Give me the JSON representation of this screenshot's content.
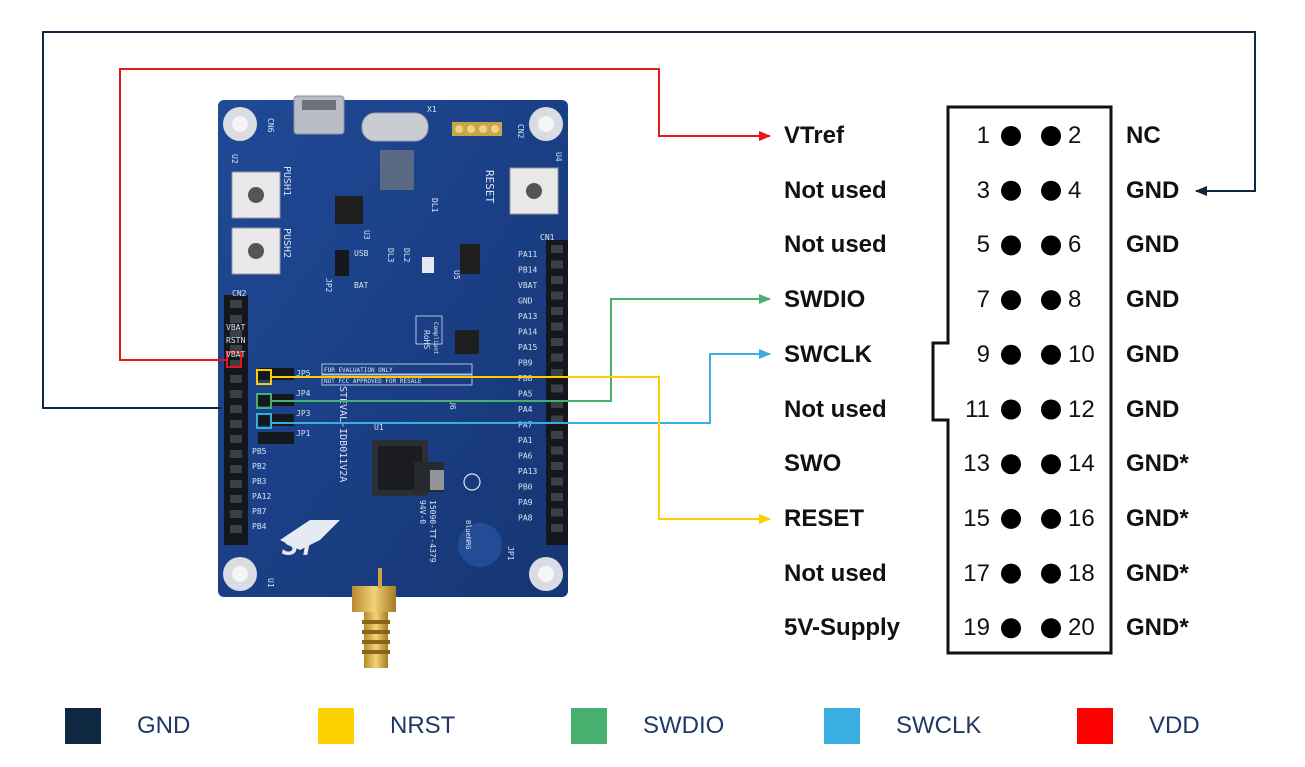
{
  "connector": {
    "left_labels": [
      "VTref",
      "Not used",
      "Not used",
      "SWDIO",
      "SWCLK",
      "Not used",
      "SWO",
      "RESET",
      "Not used",
      "5V-Supply"
    ],
    "right_labels": [
      "NC",
      "GND",
      "GND",
      "GND",
      "GND",
      "GND",
      "GND*",
      "GND*",
      "GND*",
      "GND*"
    ],
    "left_pins": [
      "1",
      "3",
      "5",
      "7",
      "9",
      "11",
      "13",
      "15",
      "17",
      "19"
    ],
    "right_pins": [
      "2",
      "4",
      "6",
      "8",
      "10",
      "12",
      "14",
      "16",
      "18",
      "20"
    ]
  },
  "board": {
    "silkscreen": {
      "cn6": "CN6",
      "cn2_top": "CN2",
      "cn1": "CN1",
      "cn2": "CN2",
      "reset": "RESET",
      "push1": "PUSH1",
      "push2": "PUSH2",
      "usb": "USB",
      "bat": "BAT",
      "jp1": "JP1",
      "jp2": "JP2",
      "jp3": "JP3",
      "jp4": "JP4",
      "jp5": "JP5",
      "vbat": "VBAT",
      "rstn": "RSTN",
      "vbat2": "VBAT",
      "left_pins": [
        "PB5",
        "PB2",
        "PB3",
        "PA12",
        "PB7",
        "PB4"
      ],
      "right_pins": [
        "PA11",
        "PB14",
        "VBAT",
        "GND",
        "PA13",
        "PA14",
        "PA15",
        "PB9",
        "PB8",
        "PA5",
        "PA4",
        "PA7",
        "PA1",
        "PA6",
        "PA13",
        "PB0",
        "PA9",
        "PA8"
      ],
      "eval": "FOR EVALUATION ONLY",
      "fcc": "NOT FCC APPROVED FOR RESALE",
      "model": "STEVAL-IDB011V2A",
      "rohs": "RoHS",
      "compliant": "Compliant",
      "logo": "ST",
      "brand": "BlueNRG",
      "u1": "U1",
      "u2": "U2",
      "u3": "U3",
      "u4": "U4",
      "u5": "U5",
      "u6": "U6",
      "x1": "X1",
      "dl3": "DL3",
      "dl2": "DL2",
      "dl1": "DL1",
      "code1": "94V-0",
      "code2": "15090-TT-4379"
    }
  },
  "legend": [
    {
      "label": "GND",
      "color": "#0e2841"
    },
    {
      "label": "NRST",
      "color": "#ffd000"
    },
    {
      "label": "SWDIO",
      "color": "#48b06e"
    },
    {
      "label": "SWCLK",
      "color": "#3aaee0"
    },
    {
      "label": "VDD",
      "color": "#ff0000"
    }
  ],
  "colors": {
    "gnd": "#0e2841",
    "nrst": "#ffcc00",
    "swdio": "#48b06e",
    "swclk": "#3aaee0",
    "vdd": "#e3181a",
    "pcb": "#1b3f86"
  }
}
